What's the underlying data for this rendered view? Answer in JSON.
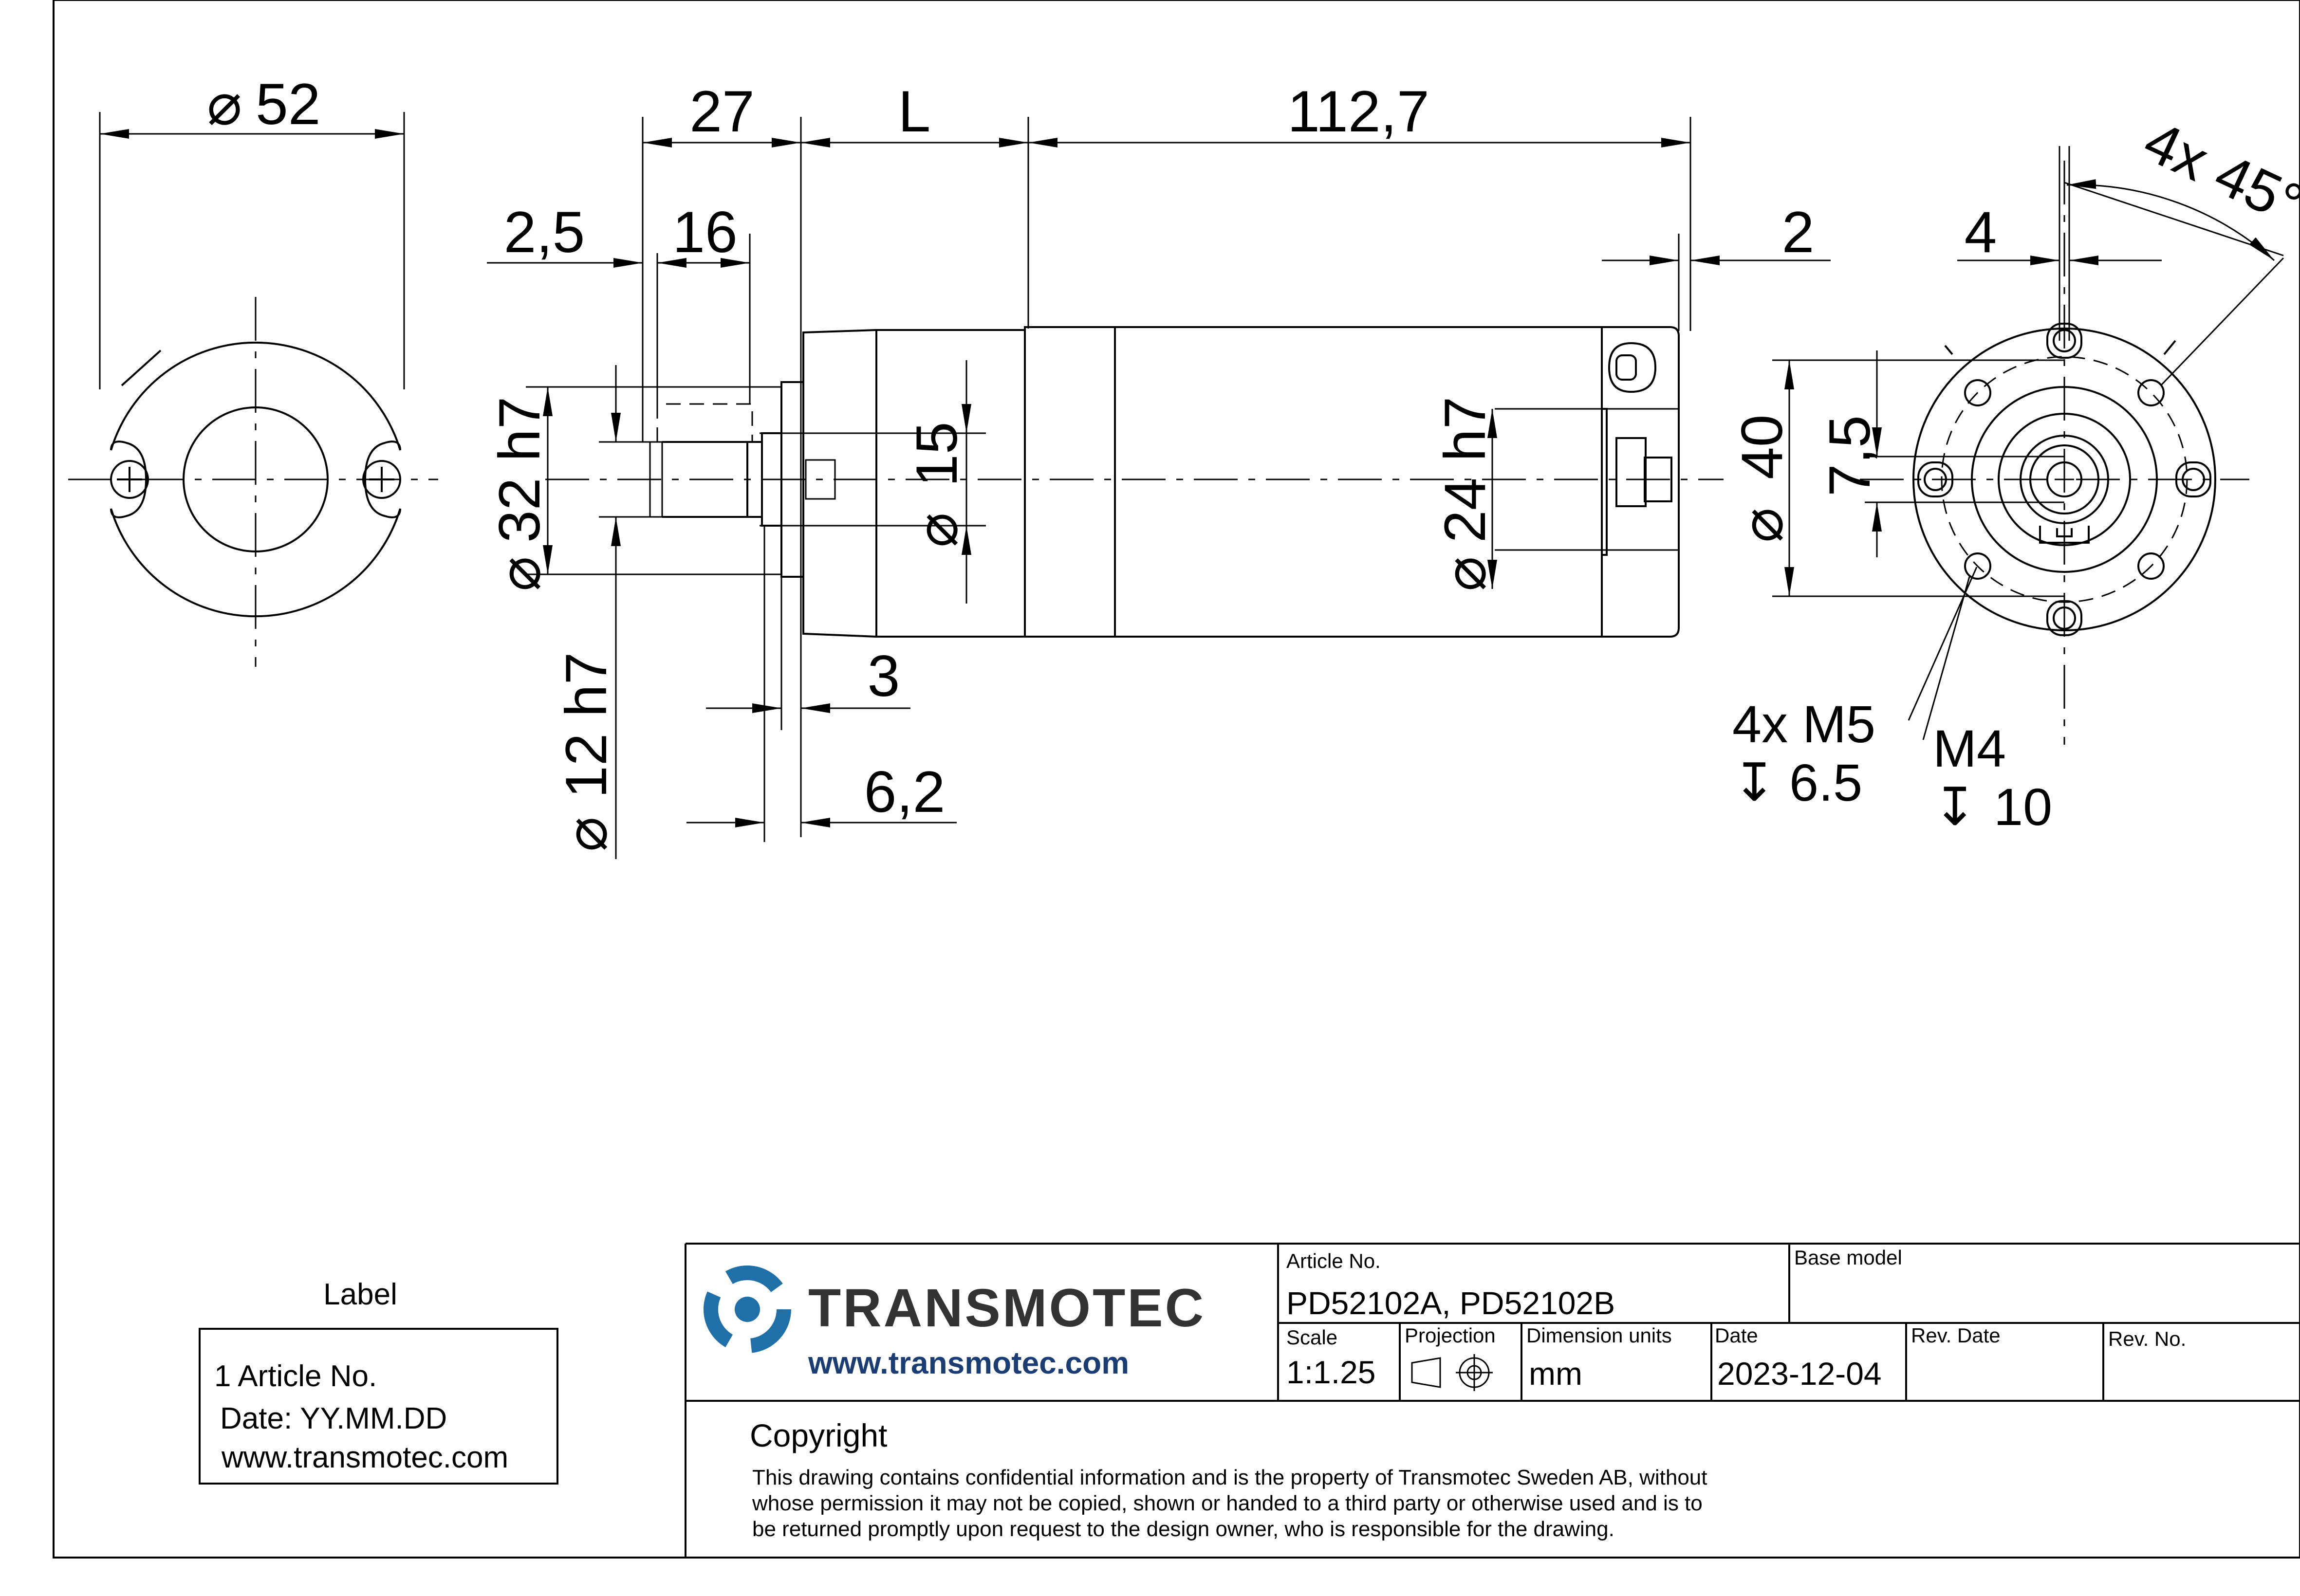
{
  "dimensions": {
    "outer_diameter": "52",
    "d27": "27",
    "dL": "L",
    "d112": "112,7",
    "d2_5": "2,5",
    "d16": "16",
    "d2": "2",
    "d4": "4",
    "angle": "4x  45°",
    "d32": "32  h7",
    "d15": "15",
    "d24": "24  h7",
    "d40": "40",
    "d7_5": "7,5",
    "d12": "12  h7",
    "d3": "3",
    "d6_2": "6,2",
    "diameter_symbol": "⌀",
    "depth_symbol": "↧"
  },
  "callouts": {
    "m5_thread": "4x M5",
    "m5_depth": "6.5",
    "m4_thread": "M4",
    "m4_depth": "10"
  },
  "label_box": {
    "title": "Label",
    "line1": "1 Article No.",
    "line2": "Date: YY.MM.DD",
    "line3": "www.transmotec.com"
  },
  "title_block": {
    "brand": "TRANSMOTEC",
    "website": "www.transmotec.com",
    "brand_color": "#1f6fa8",
    "article_no_label": "Article No.",
    "article_no": "PD52102A, PD52102B",
    "base_model_label": "Base model",
    "base_model": "",
    "scale_label": "Scale",
    "scale": "1:1.25",
    "projection_label": "Projection",
    "units_label": "Dimension units",
    "units": "mm",
    "date_label": "Date",
    "date": "2023-12-04",
    "rev_date_label": "Rev. Date",
    "rev_date": "",
    "rev_no_label": "Rev. No.",
    "rev_no": "",
    "copyright_title": "Copyright",
    "copyright_line1": "This drawing contains confidential information and is the property of Transmotec Sweden AB, without",
    "copyright_line2": "whose permission it may not be copied, shown or handed to a third party or otherwise used and is to",
    "copyright_line3": "be returned promptly upon request to the design owner, who is responsible for the drawing."
  }
}
